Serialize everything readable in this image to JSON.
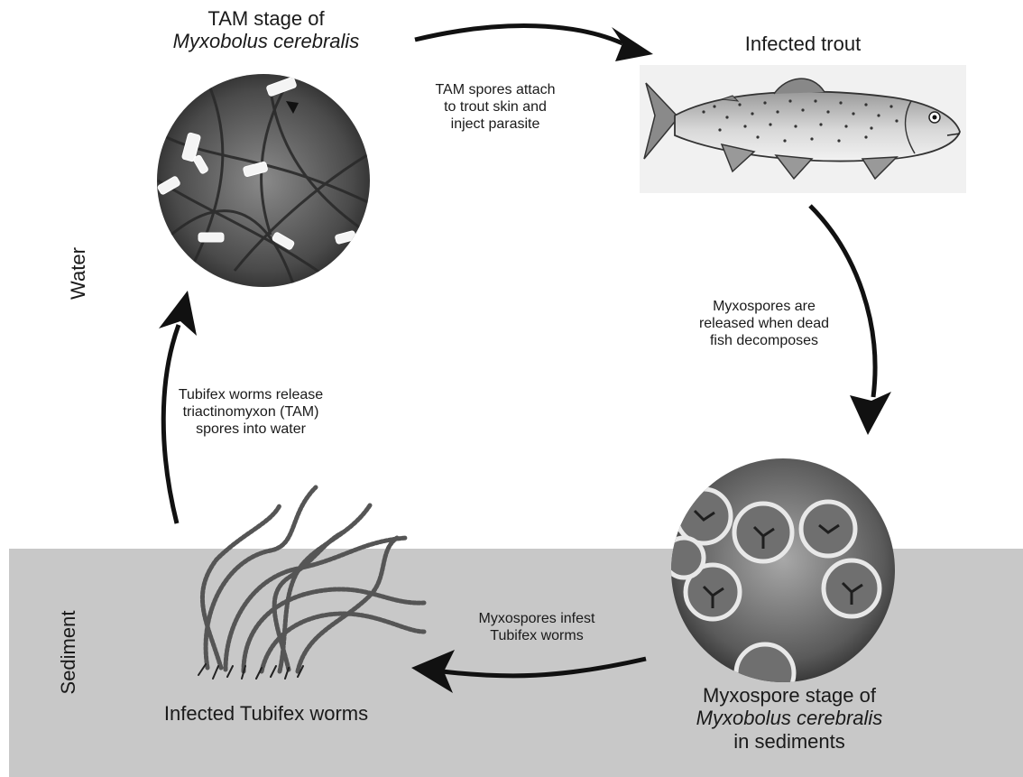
{
  "zones": {
    "water_label": "Water",
    "sediment_label": "Sediment"
  },
  "stages": {
    "tam": {
      "line1": "TAM stage of",
      "line2": "Myxobolus cerebralis"
    },
    "trout": {
      "label": "Infected trout"
    },
    "myxospore": {
      "line1": "Myxospore stage of",
      "line2": "Myxobolus cerebralis",
      "line3": "in sediments"
    },
    "tubifex": {
      "label": "Infected Tubifex worms"
    }
  },
  "transitions": {
    "tam_to_trout": [
      "TAM spores attach",
      "to trout skin and",
      "inject parasite"
    ],
    "trout_to_myxospore": [
      "Myxospores are",
      "released when dead",
      "fish decomposes"
    ],
    "myxospore_to_tubifex": [
      "Myxospores infest",
      "Tubifex worms"
    ],
    "tubifex_to_tam": [
      "Tubifex worms release",
      "triactinomyxon (TAM)",
      "spores into water"
    ]
  },
  "colors": {
    "sediment": "#c8c8c8",
    "arrow": "#111111",
    "micrograph_dark": "#3a3a3a",
    "micrograph_light": "#9a9a9a"
  }
}
